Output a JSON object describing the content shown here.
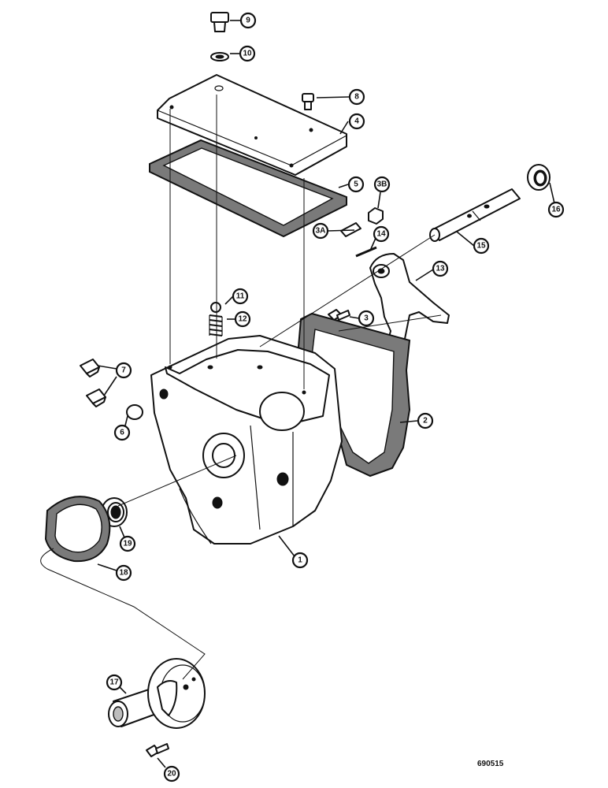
{
  "figure_code": "690515",
  "callouts": [
    "9",
    "10",
    "8",
    "4",
    "5",
    "3B",
    "16",
    "3A",
    "14",
    "15",
    "13",
    "11",
    "12",
    "3",
    "7",
    "6",
    "2",
    "19",
    "18",
    "1",
    "17",
    "20"
  ]
}
